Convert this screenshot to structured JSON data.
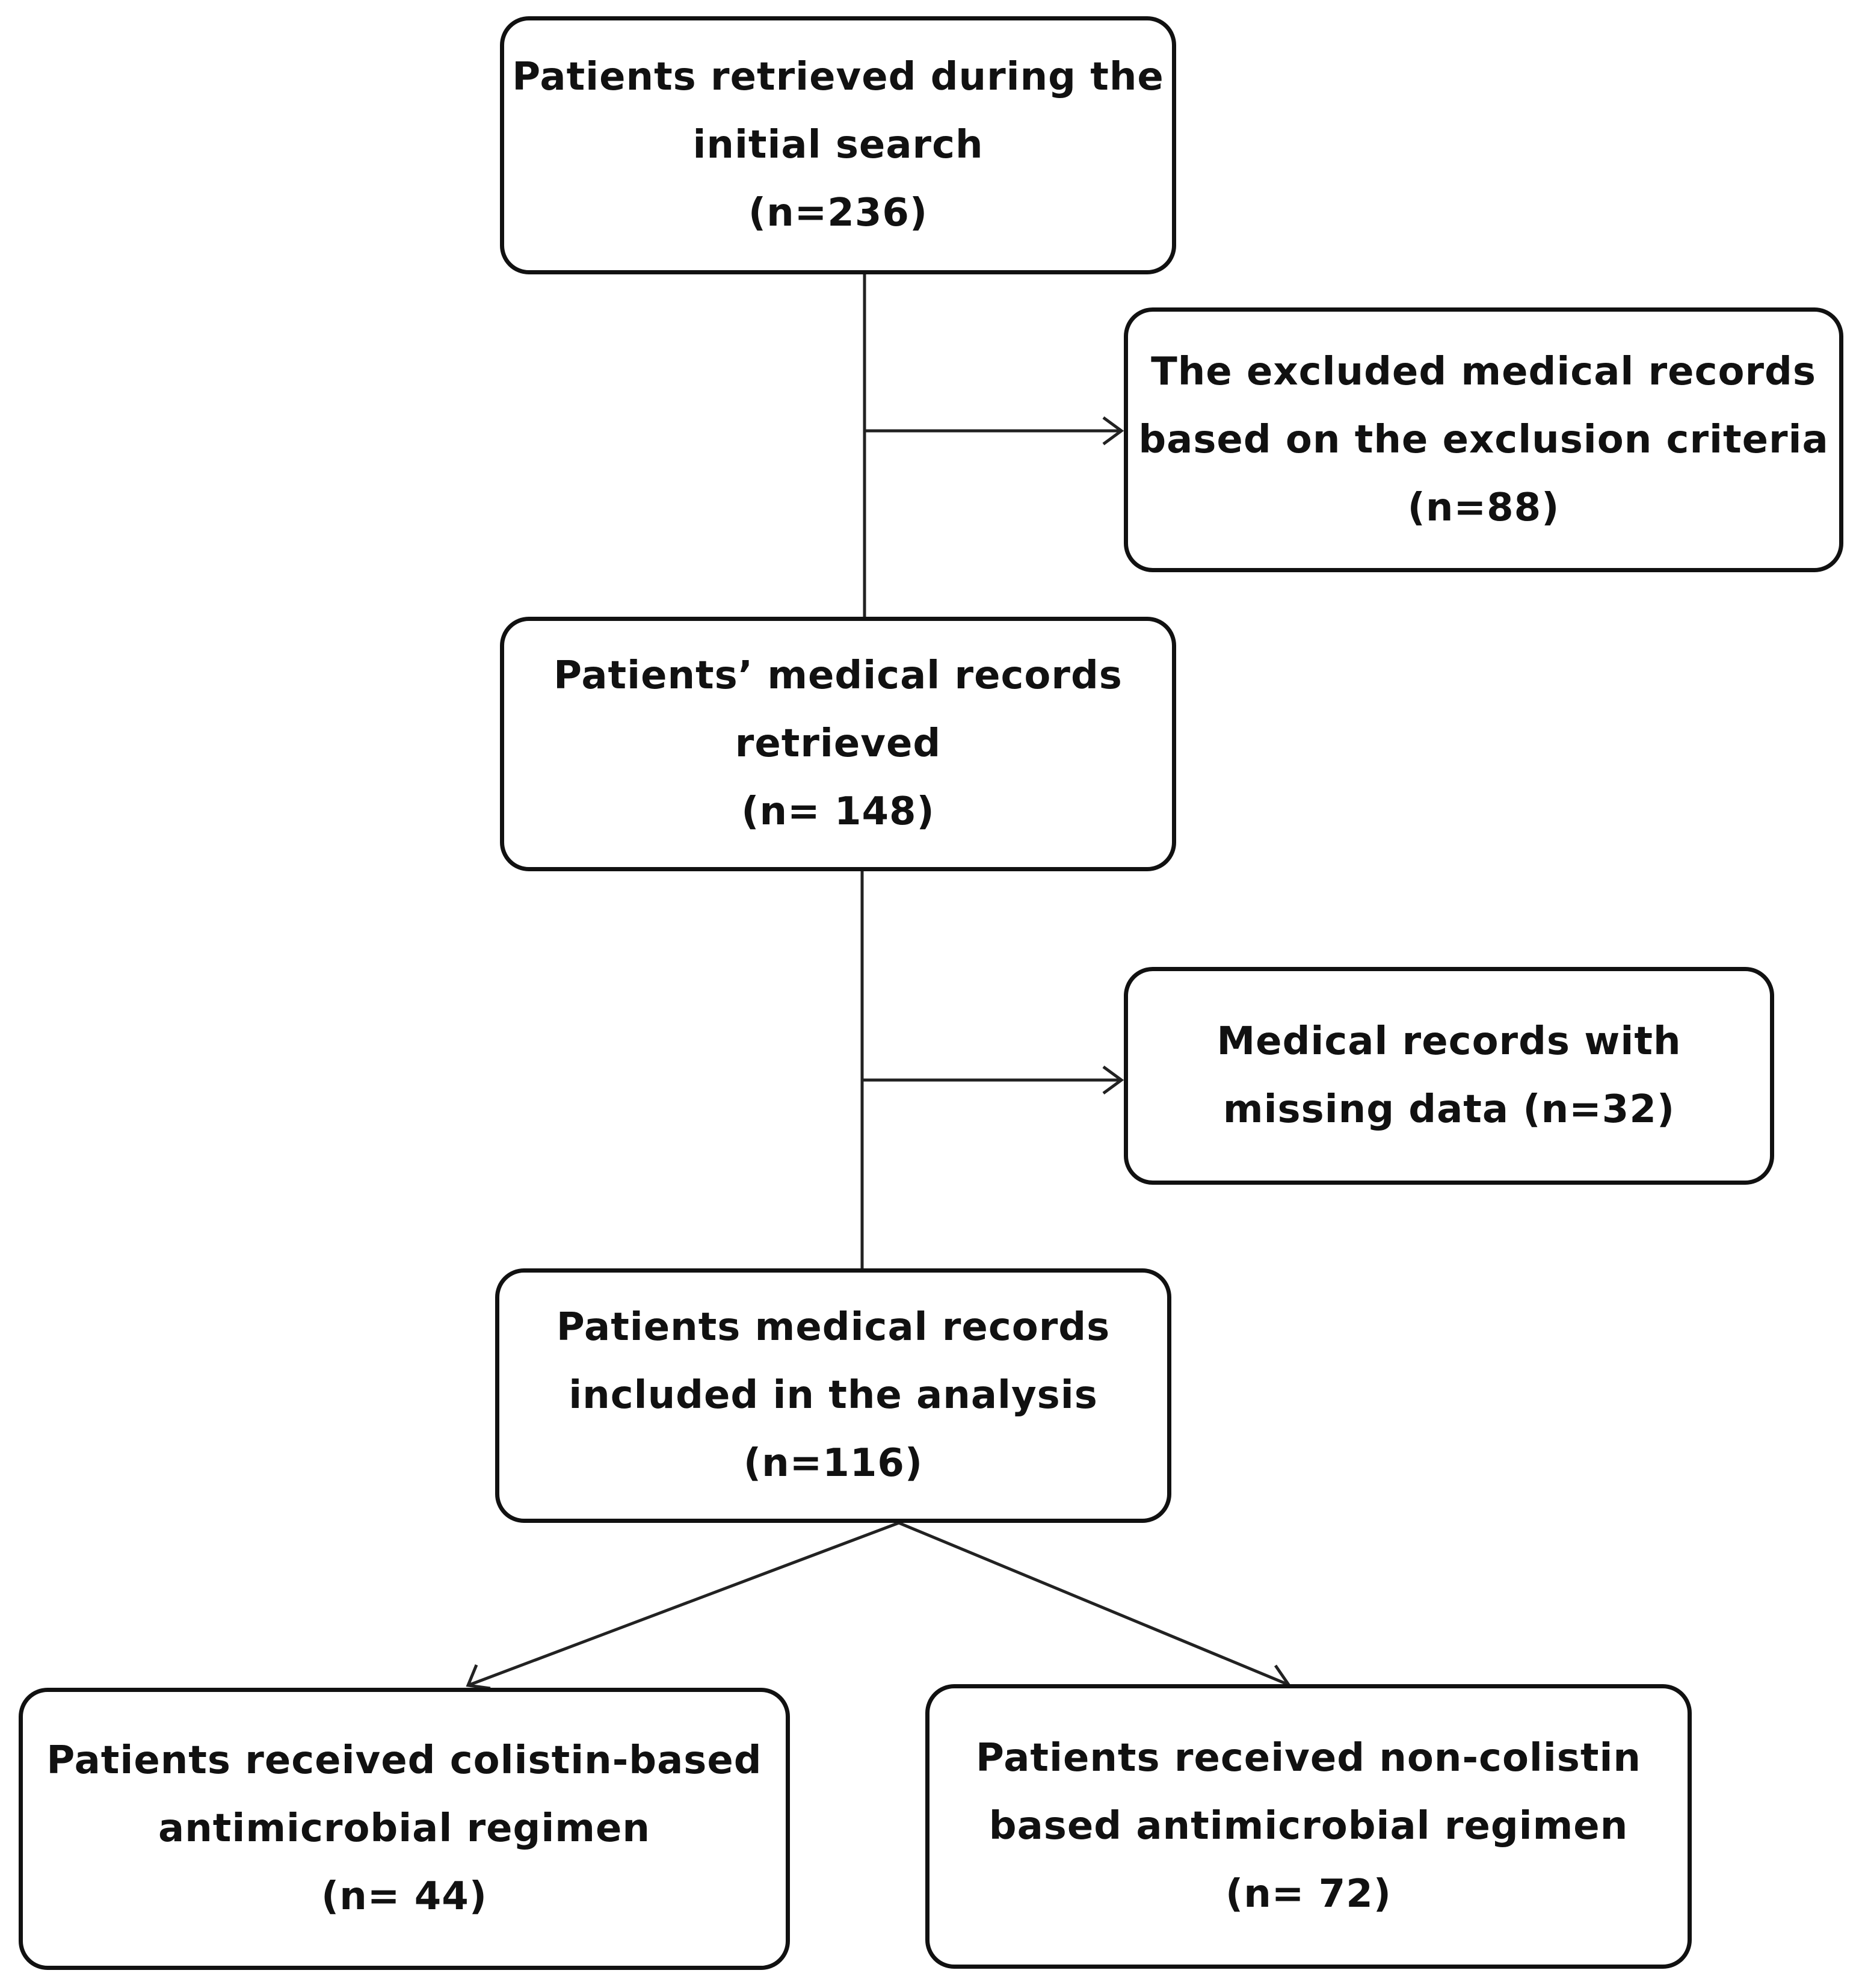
{
  "diagram": {
    "type": "flowchart",
    "nodes": {
      "initial_search": {
        "line1": "Patients retrieved during the",
        "line2": "initial search",
        "count": "(n=236)"
      },
      "excluded": {
        "line1": "The excluded medical records",
        "line2": "based on the exclusion criteria",
        "count": "(n=88)"
      },
      "records_retrieved": {
        "line1": "Patients’ medical records",
        "line2": "retrieved",
        "count": "(n= 148)"
      },
      "missing_data": {
        "line1": "Medical records with",
        "line2": "missing data (n=32)"
      },
      "included": {
        "line1": "Patients medical records",
        "line2": "included in the analysis",
        "count": "(n=116)"
      },
      "colistin": {
        "line1": "Patients received colistin-based",
        "line2": "antimicrobial regimen",
        "count": "(n= 44)"
      },
      "non_colistin": {
        "line1": "Patients received non-colistin",
        "line2": "based antimicrobial regimen",
        "count": "(n= 72)"
      }
    },
    "edges": [
      {
        "from": "initial_search",
        "to": "records_retrieved",
        "style": "line"
      },
      {
        "from": "initial_search",
        "to": "excluded",
        "style": "arrow"
      },
      {
        "from": "records_retrieved",
        "to": "included",
        "style": "line"
      },
      {
        "from": "records_retrieved",
        "to": "missing_data",
        "style": "arrow"
      },
      {
        "from": "included",
        "to": "colistin",
        "style": "arrow"
      },
      {
        "from": "included",
        "to": "non_colistin",
        "style": "arrow"
      }
    ],
    "colors": {
      "stroke": "#111111",
      "background": "#ffffff"
    }
  }
}
